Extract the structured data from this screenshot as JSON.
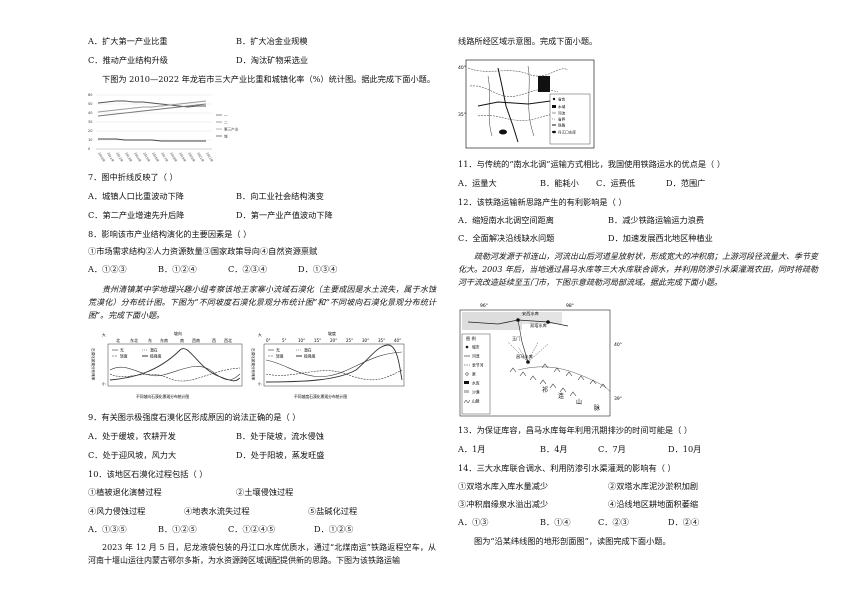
{
  "left": {
    "opt_a1": "A．扩大第一产业比重",
    "opt_b1": "B．扩大冶金业规模",
    "opt_c1": "C．推动产业结构升级",
    "opt_d1": "D．淘汰矿物采选业",
    "intro_chart": "下图为 2010—2022 年龙岩市三大产业比重和城镇化率（%）统计图。据此完成下面小题。",
    "chart_legend": [
      "一",
      "二",
      "第三产业",
      "城"
    ],
    "chart_years": [
      "2010年",
      "2011年",
      "2012年",
      "2013年",
      "2014年",
      "2015年",
      "2016年",
      "2017年",
      "2018年",
      "2019年",
      "2020年",
      "2021年",
      "2022年"
    ],
    "chart_yticks": [
      "60",
      "50",
      "40",
      "30",
      "20",
      "10",
      "0"
    ],
    "q7": "7．图中折线反映了（   ）",
    "q7a": "A．城镇人口比重波动下降",
    "q7b": "B．向工业社会结构演变",
    "q7c": "C．第二产业增速先升后降",
    "q7d": "D．第一产业产值波动下降",
    "q8": "8．影响该市产业结构演化的主要因素是（   ）",
    "q8s": "①市场需求结构②人力资源数量③国家政策导向④自然资源禀赋",
    "q8a": "A．①②③",
    "q8b": "B．①②④",
    "q8c": "C．②③④",
    "q8d": "D．①③④",
    "intro_desert": "贵州清镇某中学地理兴趣小组考察该地王家寨小流域石漠化（主要成因是水土流失，属于水蚀荒漠化）分布统计图。下图为“不同坡度石漠化景观分布统计图”和“不同坡向石漠化景观分布统计图”。完成下面小题。",
    "fig1_title": "坡向",
    "fig1_dirs": [
      "北",
      "东北",
      "东",
      "东南",
      "南",
      "西南",
      "西",
      "西北"
    ],
    "fig1_legend": [
      "无",
      "潜在",
      "轻度",
      "极强度"
    ],
    "fig1_ylabel": "石漠化景观分布概率",
    "fig1_ymax": "大",
    "fig1_ymin": "小",
    "fig2_title": "坡度",
    "fig2_slopes": [
      "0°",
      "5°",
      "10°",
      "15°",
      "20°",
      "25°",
      "30°",
      "35°",
      "40°"
    ],
    "fig2_legend": [
      "无",
      "潜在",
      "轻度",
      "极强度"
    ],
    "fig2_ylabel": "石漠化景观分布概率",
    "fig2_ymax": "大",
    "fig2_ymin": "小",
    "fig1_caption": "不同坡向石漠化景观分布统计图",
    "fig2_caption": "不同坡度石漠化景观分布统计图",
    "q9": "9．有关图示极强度石漠化区形成原因的说法正确的是（   ）",
    "q9a": "A．处于缓坡，农耕开发",
    "q9b": "B．处于陡坡，流水侵蚀",
    "q9c": "C．处于迎风坡，风力大",
    "q9d": "D．处于阳坡，蒸发旺盛",
    "q10": "10．该地区石漠化过程包括（   ）",
    "q10_1": "①植被退化演替过程",
    "q10_2": "②土壤侵蚀过程",
    "q10_3": "④风力侵蚀过程",
    "q10_4": "④地表水流失过程",
    "q10_5": "⑤盐碱化过程",
    "q10a": "A．①③⑤",
    "q10b": "B．①②⑤",
    "q10c": "C．①②④⑤",
    "q10d": "D．①②⑤",
    "intro_rail": "2023 年 12 月 5 日，尼龙液袋包装的丹江口水库优质水，通过“北煤南运”铁路返程空车，从河南十堰山运往内蒙古鄂尔多斯，为水资源跨区域调配提供新的思路。下图为该铁路运输"
  },
  "right": {
    "rail_cont": "线路所经区域示意图。完成下面小题。",
    "map_lat1": "40°",
    "map_lat2": "35°",
    "map_legend": [
      "省会",
      "水域",
      "河流",
      "省界",
      "铁路",
      "丹江口水库"
    ],
    "q11": "11．与传统的“南水北调”运输方式相比，我国使用铁路运水的优点是（   ）",
    "q11a": "A．运量大",
    "q11b": "B．能耗小",
    "q11c": "C．运费低",
    "q11d": "D．范围广",
    "q12": "12．该铁路运输新思路产生的有利影响是（   ）",
    "q12a": "A．缩短南水北调空间距离",
    "q12b": "B．减少铁路运输运力浪费",
    "q12c": "C．全面解决沿线缺水问题",
    "q12d": "D．加速发展西北地区种植业",
    "intro_shule": "疏勒河发源于祁连山，河流出山后河道呈放射状，形成宽大的冲积扇；上游河段径流量大、季节变化大。2003 年后，当地通过昌马水库等三大水库联合调水，并利用防渗引水渠灌溉农田，同时将疏勒河干流改造延续至玉门市，下图示意疏勒河局部流域。据此完成下面小题。",
    "map2_lon1": "96°",
    "map2_lon2": "98°",
    "map2_lat1": "40°",
    "map2_lat2": "39°",
    "map2_labels": [
      "安西水库",
      "双塔水库",
      "玉门",
      "昌马水库",
      "祁",
      "连",
      "山",
      "脉"
    ],
    "map2_legend_title": "图  例",
    "map2_legend": [
      "城市",
      "河流",
      "季节河",
      "泉",
      "水库",
      "沙漠",
      "山脉"
    ],
    "q13": "13．为保证库容，昌马水库每年利用汛期排沙的时间可能是（   ）",
    "q13a": "A．1月",
    "q13b": "B．4月",
    "q13c": "C．7月",
    "q13d": "D．10月",
    "q14": "14．三大水库联合调水、利用防渗引水渠灌溉的影响有（   ）",
    "q14_1": "①双塔水库入库水量减少",
    "q14_2": "②双塔水库泥沙淤积加剧",
    "q14_3": "③冲积扇缘泉水溢出减少",
    "q14_4": "④沿线地区耕地面积萎缩",
    "q14a": "A．①③",
    "q14b": "B．①④",
    "q14c": "C．②③",
    "q14d": "D．②④",
    "intro_last": "图为“沿某纬线图的地形剖面图”，读图完成下面小题。"
  }
}
